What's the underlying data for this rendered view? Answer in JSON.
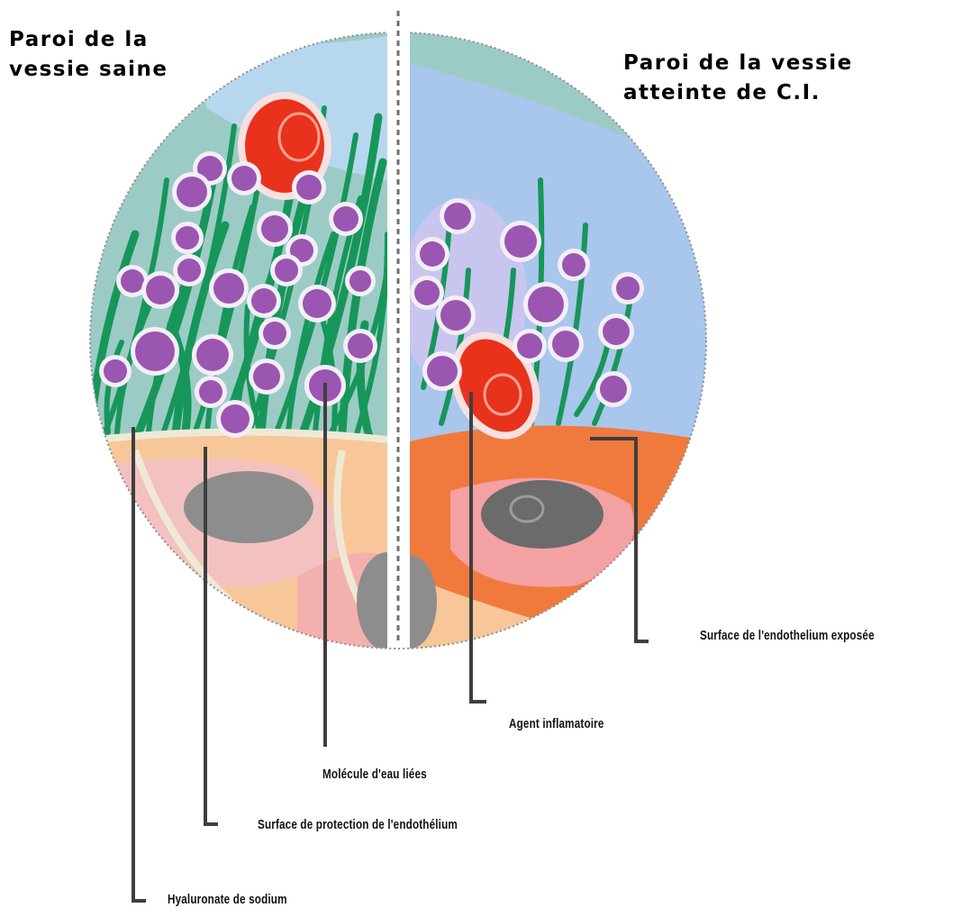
{
  "diagram": {
    "title_left": [
      "Paroi de la",
      "vessie saine"
    ],
    "title_right": [
      "Paroi de la vessie",
      "atteinte de C.I."
    ],
    "callouts": {
      "exposed_surface": "Surface de l'endothelium exposée",
      "inflammatory_agent": "Agent inflamatoire",
      "bound_water": "Molécule d'eau liées",
      "protective_surface": "Surface de protection de l'endothélium",
      "sodium_hyaluronate": "Hyaluronate de sodium"
    },
    "colors": {
      "sky_blue": "#a9c6ec",
      "teal": "#9ccbc6",
      "green_strands": "#17965a",
      "molecule_purple": "#9a56b0",
      "red_agent": "#e8321c",
      "orange_tissue": "#f07a3e",
      "peach_tissue": "#f7c79a",
      "pink_tissue": "#f3c2c0",
      "nucleus_gray": "#8d8d8d"
    }
  }
}
